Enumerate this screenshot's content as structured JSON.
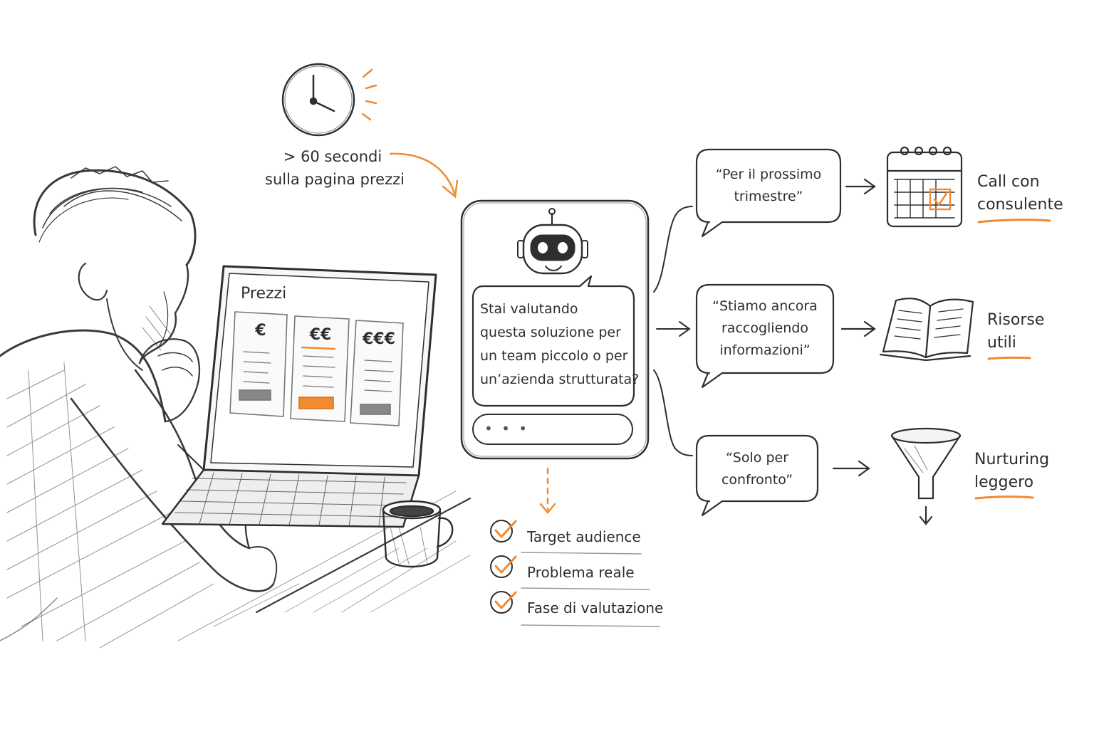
{
  "timer": {
    "line1": "> 60 secondi",
    "line2": "sulla pagina prezzi"
  },
  "laptop": {
    "screen_title": "Prezzi",
    "tiers": [
      "€",
      "€€",
      "€€€"
    ],
    "highlighted_tier": 1
  },
  "chatbot": {
    "question_lines": [
      "Stai valutando",
      "questa soluzione per",
      "un team piccolo o per",
      "un’azienda strutturata?"
    ],
    "typing_indicator": "• • •"
  },
  "checklist": [
    "Target audience",
    "Problema reale",
    "Fase di valutazione"
  ],
  "branches": [
    {
      "reply_lines": [
        "“Per il prossimo",
        "trimestre”"
      ],
      "icon": "calendar-icon",
      "outcome_lines": [
        "Call con",
        "consulente"
      ]
    },
    {
      "reply_lines": [
        "“Stiamo ancora",
        "raccogliendo",
        "informazioni”"
      ],
      "icon": "open-book-icon",
      "outcome_lines": [
        "Risorse",
        "utili"
      ]
    },
    {
      "reply_lines": [
        "“Solo per",
        "confronto”"
      ],
      "icon": "funnel-icon",
      "outcome_lines": [
        "Nurturing",
        "leggero"
      ]
    }
  ],
  "colors": {
    "accent": "#f28a2e",
    "ink": "#2e2e2e",
    "pencil": "#6b6b6b"
  }
}
